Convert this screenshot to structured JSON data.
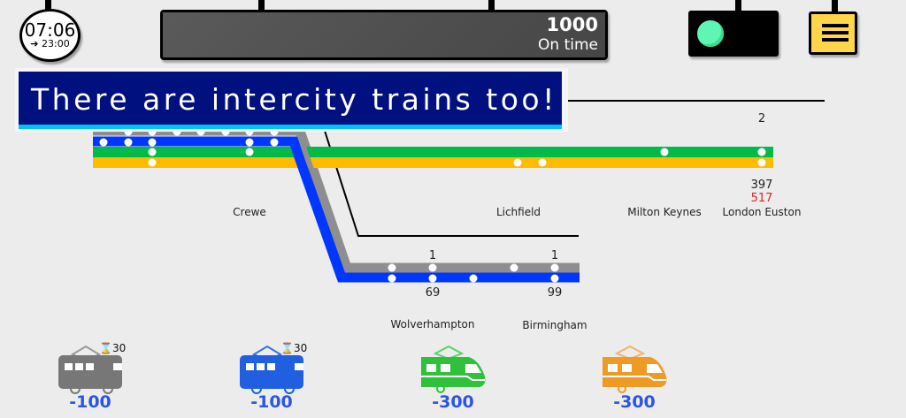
{
  "clock": {
    "time": "07:06",
    "end_time": "➔ 23:00"
  },
  "scoreboard": {
    "score": "1000",
    "status": "On time"
  },
  "signal": {
    "state": "green",
    "color": "#5ff5b5"
  },
  "menu": {
    "icon": "hamburger-menu-icon"
  },
  "banner": {
    "text": "There are intercity trains too!"
  },
  "lines": {
    "colors": {
      "gray": "#8e8e8e",
      "blue": "#0037ff",
      "green": "#00bb4a",
      "yellow": "#ffbb00",
      "black": "#000000"
    }
  },
  "stations": [
    {
      "name": "Crewe"
    },
    {
      "name": "Lichfield"
    },
    {
      "name": "Milton Keynes"
    },
    {
      "name": "London Euston"
    },
    {
      "name": "Wolverhampton"
    },
    {
      "name": "Birmingham"
    }
  ],
  "counts": {
    "london_euston_top": "2",
    "london_euston_mid": "397",
    "london_euston_red": "517",
    "wolverhampton_top": "1",
    "wolverhampton_bottom": "69",
    "birmingham_top": "1",
    "birmingham_bottom": "99"
  },
  "shop": [
    {
      "name": "gray-local-train",
      "price": "-100",
      "cooldown": "30",
      "color": "#7a7a7a"
    },
    {
      "name": "blue-local-train",
      "price": "-100",
      "cooldown": "30",
      "color": "#1f5fe0"
    },
    {
      "name": "green-intercity-train",
      "price": "-300",
      "color": "#2fc13a"
    },
    {
      "name": "orange-intercity-train",
      "price": "-300",
      "color": "#ee9a25"
    }
  ]
}
